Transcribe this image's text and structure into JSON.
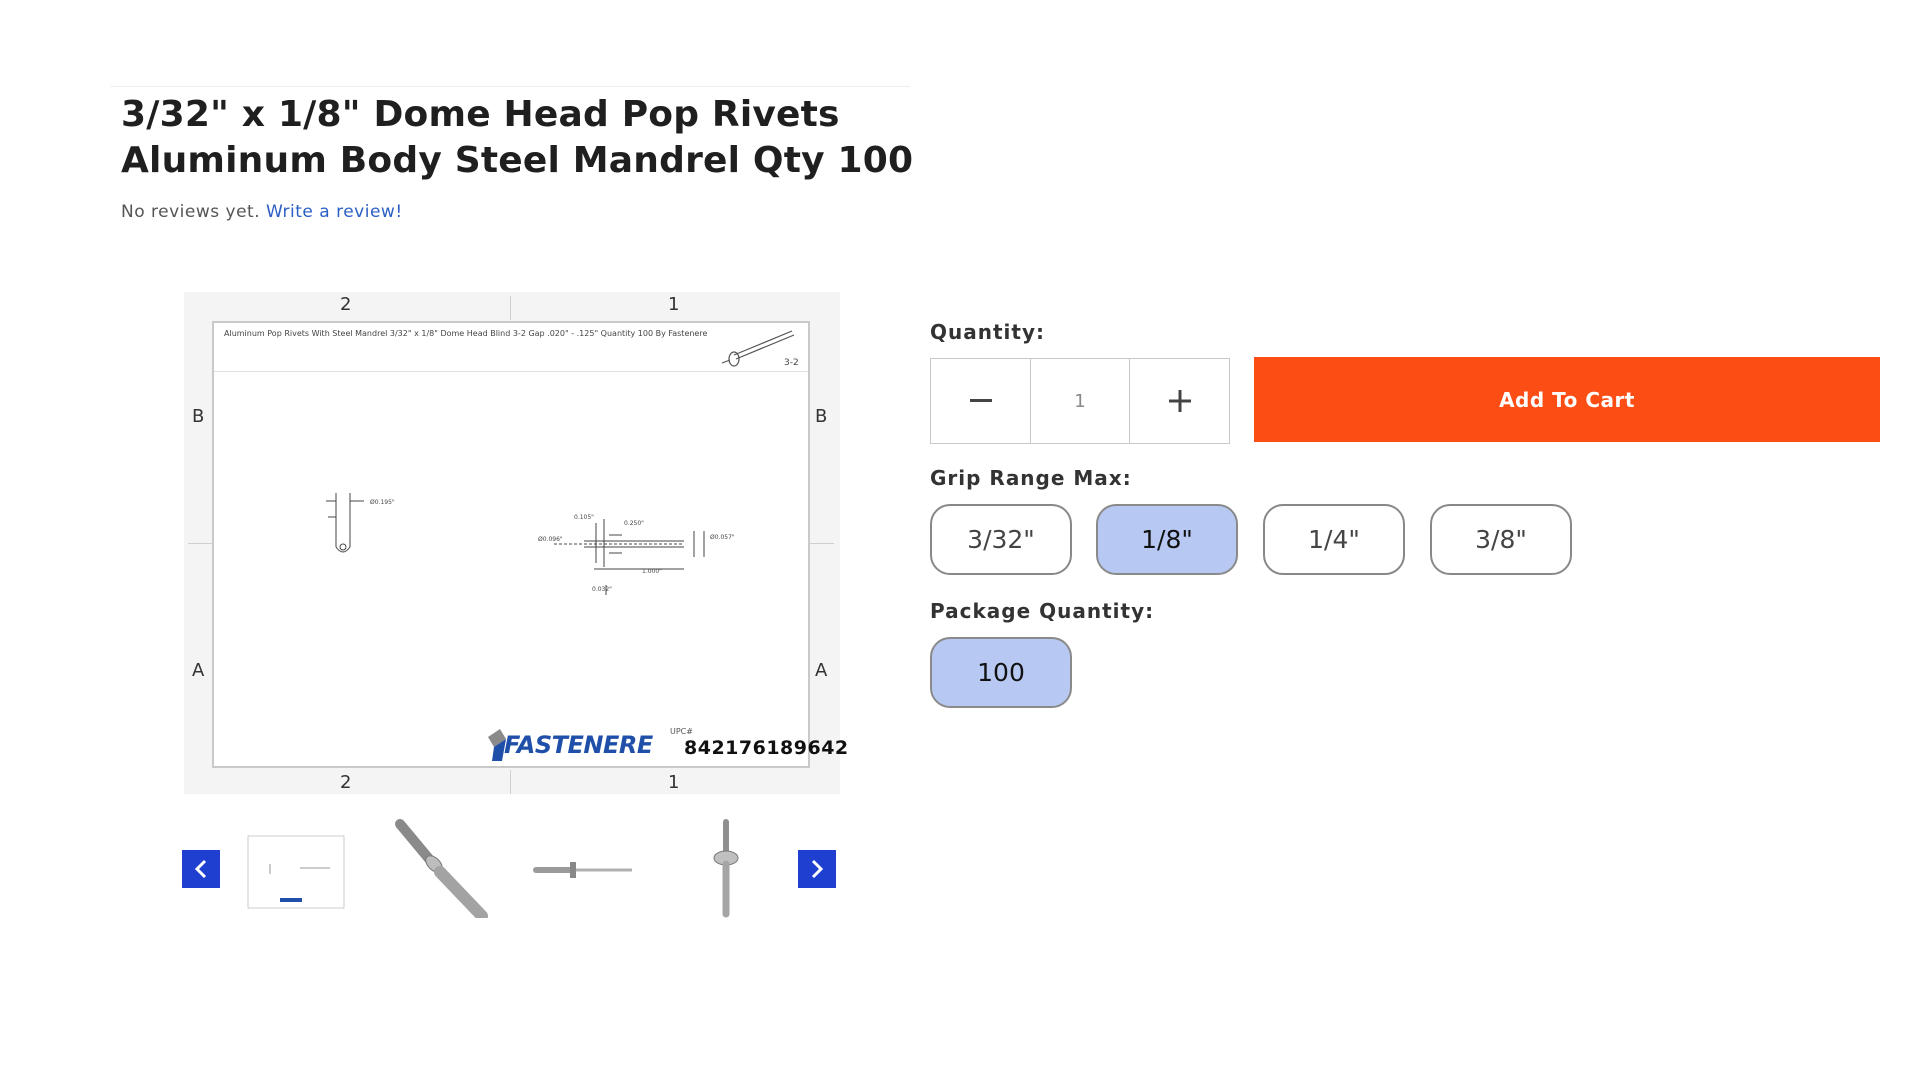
{
  "product": {
    "title": "3/32\" x 1/8\" Dome Head Pop Rivets Aluminum Body Steel Mandrel Qty 100",
    "reviews_text": "No reviews yet.",
    "write_review_label": "Write a review!"
  },
  "drawing": {
    "caption": "Aluminum Pop Rivets With Steel Mandrel 3/32\" x 1/8\" Dome Head Blind 3-2 Gap .020\" - .125\" Quantity 100 By Fastenere",
    "part_code": "3-2",
    "zones_top": [
      "2",
      "1"
    ],
    "zones_bottom": [
      "2",
      "1"
    ],
    "zones_left": [
      "B",
      "A"
    ],
    "zones_right": [
      "B",
      "A"
    ],
    "dim_diameter_head": "Ø0.195\"",
    "dim_head_height": "0.105\"",
    "dim_grip": "0.250\"",
    "dim_body_dia": "Ø0.096\"",
    "dim_mandrel_dia": "Ø0.057\"",
    "dim_length": "1.000\"",
    "dim_small": "0.032\"",
    "brand": "FASTENERE",
    "upc_label": "UPC#",
    "upc": "842176189642"
  },
  "thumbnails": {
    "items": [
      {
        "name": "drawing-thumbnail"
      },
      {
        "name": "rivet-angled-thumbnail"
      },
      {
        "name": "rivet-side-thumbnail"
      },
      {
        "name": "rivet-vertical-thumbnail"
      }
    ],
    "prev_icon": "chevron-left-icon",
    "next_icon": "chevron-right-icon",
    "accent": "#1f3fd0"
  },
  "purchase": {
    "quantity_label": "Quantity:",
    "quantity_value": "1",
    "decrement_icon": "minus-icon",
    "increment_icon": "plus-icon",
    "add_to_cart_label": "Add To Cart",
    "add_to_cart_color": "#fc4e14",
    "grip_label": "Grip Range Max:",
    "grip_options": [
      "3/32\"",
      "1/8\"",
      "1/4\"",
      "3/8\""
    ],
    "grip_selected": "1/8\"",
    "package_label": "Package Quantity:",
    "package_options": [
      "100"
    ],
    "package_selected": "100",
    "selected_color": "#b7c9f3"
  }
}
